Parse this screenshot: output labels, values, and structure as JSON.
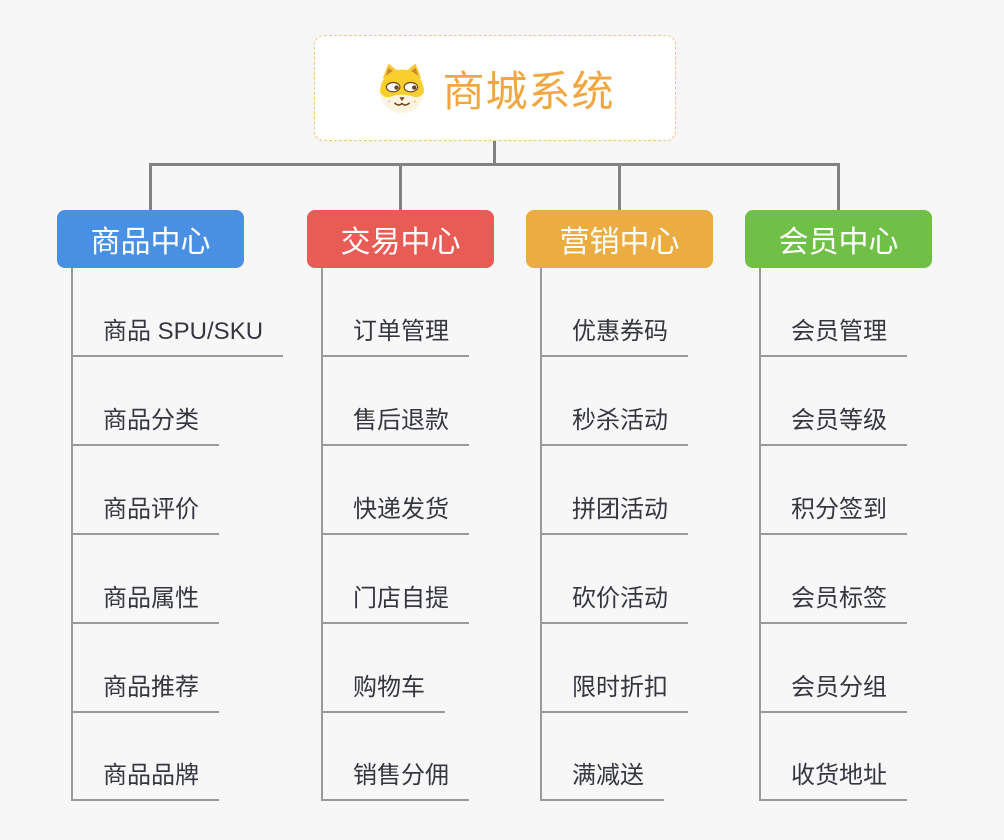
{
  "root": {
    "title": "商城系统",
    "icon": "dog-face-icon",
    "title_color": "#F0A742",
    "border_color": "#F3C87C"
  },
  "colors": {
    "background": "#F7F7F7",
    "connector": "#838383",
    "underline": "#9A9A9A",
    "child_text": "#34383E"
  },
  "branches": [
    {
      "label": "商品中心",
      "color": "#4A90E2",
      "children": [
        "商品 SPU/SKU",
        "商品分类",
        "商品评价",
        "商品属性",
        "商品推荐",
        "商品品牌"
      ]
    },
    {
      "label": "交易中心",
      "color": "#E95B55",
      "children": [
        "订单管理",
        "售后退款",
        "快递发货",
        "门店自提",
        "购物车",
        "销售分佣"
      ]
    },
    {
      "label": "营销中心",
      "color": "#EBAD41",
      "children": [
        "优惠券码",
        "秒杀活动",
        "拼团活动",
        "砍价活动",
        "限时折扣",
        "满减送"
      ]
    },
    {
      "label": "会员中心",
      "color": "#70BF47",
      "children": [
        "会员管理",
        "会员等级",
        "积分签到",
        "会员标签",
        "会员分组",
        "收货地址"
      ]
    }
  ]
}
